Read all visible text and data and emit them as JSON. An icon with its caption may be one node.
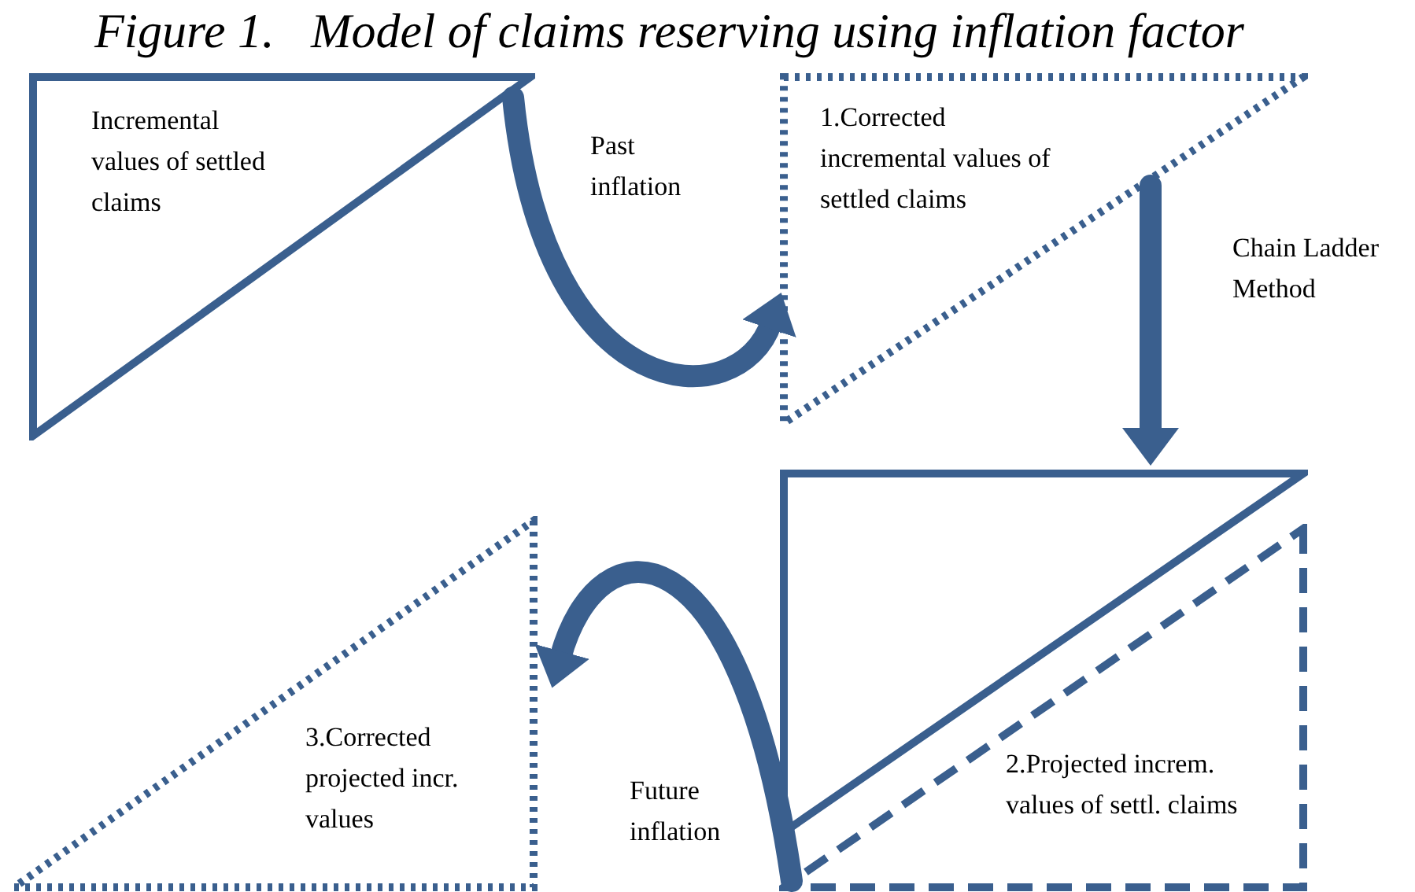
{
  "diagram": {
    "title": "Figure 1.   Model of claims reserving using inflation factor",
    "nodes": [
      {
        "text": [
          "Incremental values of settled claims"
        ]
      },
      {
        "text": [
          "1.Corrected incremental values of settled claims"
        ]
      },
      {
        "text": [],
        "shape": "triangle"
      },
      {
        "text": [
          "2.Projected increm. values of settl. claims"
        ]
      },
      {
        "text": [
          "3.Corrected projected incr. values"
        ]
      }
    ],
    "edges": [
      {
        "from": 0,
        "to": 1,
        "arrow": "to",
        "label": "Past inflation"
      },
      {
        "from": 1,
        "to": 2,
        "arrow": "to",
        "label": "Chain Ladder Method"
      },
      {
        "from": 3,
        "to": 4,
        "arrow": "to",
        "label": "Future inflation"
      }
    ]
  }
}
